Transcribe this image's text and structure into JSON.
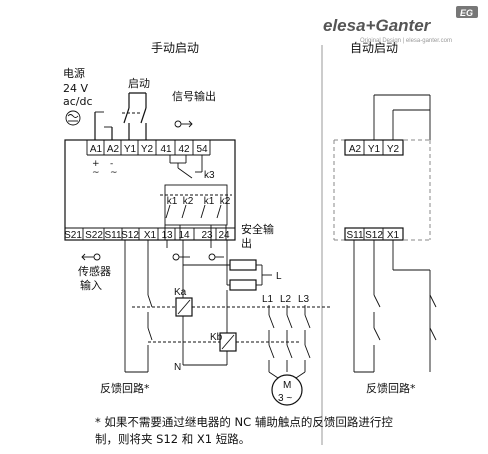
{
  "brand": {
    "name": "elesa+Ganter",
    "badge": "EG",
    "tagline": "Original Design | elesa-ganter.com"
  },
  "titles": {
    "manual": "手动启动",
    "auto": "自动启动"
  },
  "labels": {
    "power_line1": "电源",
    "power_line2": "24 V",
    "power_line3": "ac/dc",
    "start": "启动",
    "signal_output": "信号输出",
    "safety_output_1": "安全输",
    "safety_output_2": "出",
    "sensor_input_1": "传感器",
    "sensor_input_2": "输入",
    "feedback_left": "反馈回路*",
    "feedback_right": "反馈回路*",
    "plus": "+",
    "minus": "-",
    "tilde1": "~",
    "tilde2": "~",
    "L": "L",
    "N": "N",
    "L1": "L1",
    "L2": "L2",
    "L3": "L3",
    "Ka": "Ka",
    "Kb": "Kb",
    "k3": "k3",
    "motor_M": "M",
    "motor_3": "3 ~"
  },
  "top_terminals": [
    "A1",
    "A2",
    "Y1",
    "Y2",
    "41",
    "42",
    "54"
  ],
  "bottom_terminals": [
    "S21",
    "S22",
    "S11",
    "S12",
    "X1",
    "13",
    "14",
    "23",
    "24"
  ],
  "contacts": [
    "k1",
    "k2",
    "k1",
    "k2"
  ],
  "auto_top_terminals": [
    "A2",
    "Y1",
    "Y2"
  ],
  "auto_bottom_terminals": [
    "S11",
    "S12",
    "X1"
  ],
  "footnote": {
    "line1": "* 如果不需要通过继电器的 NC 辅助触点的反馈回路进行控",
    "line2": "制，则将夹 S12 和 X1 短路。"
  }
}
